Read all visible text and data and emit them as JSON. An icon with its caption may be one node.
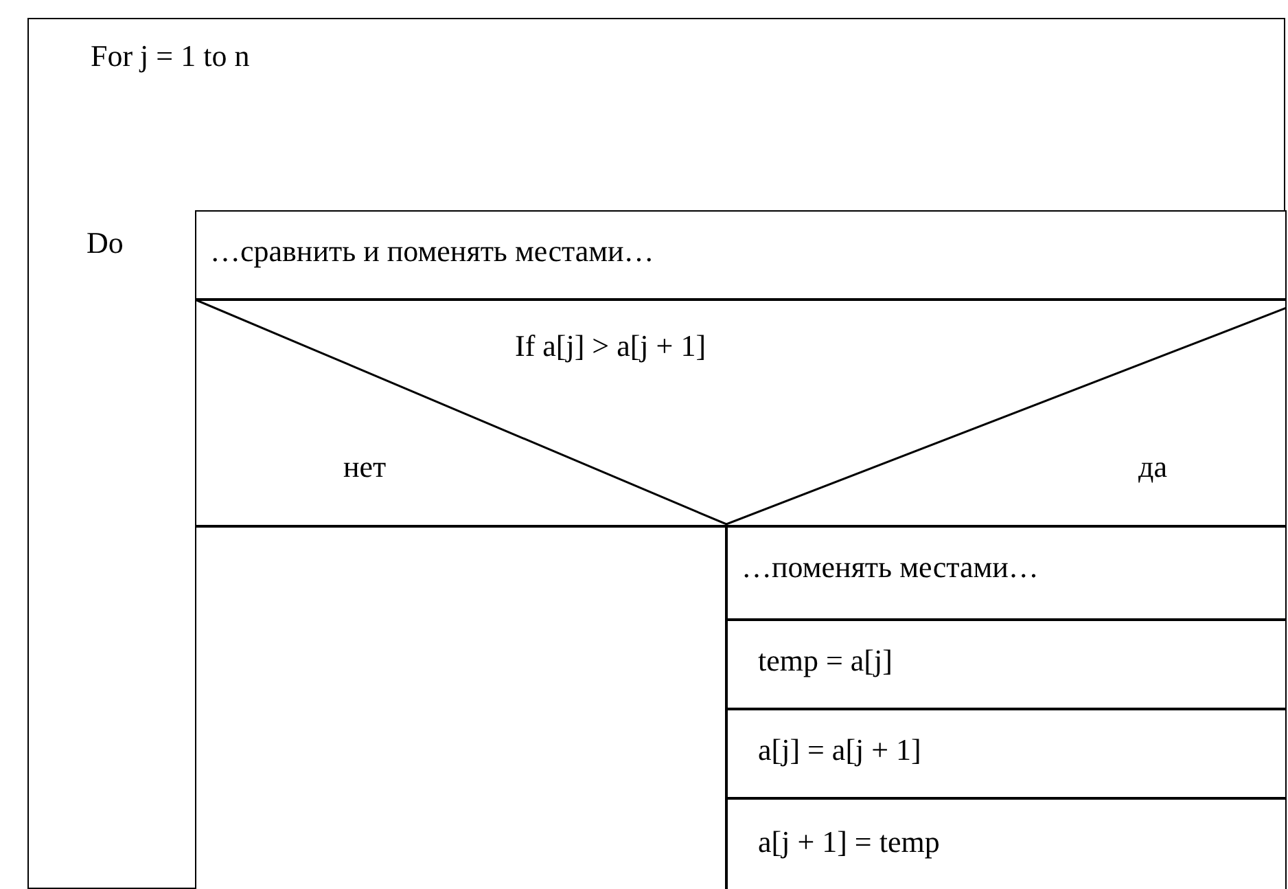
{
  "diagram": {
    "nodes": [
      {
        "text": [
          "For j = 1 to n",
          "Do"
        ]
      },
      {
        "text": [
          "…сравнить и поменять местами…"
        ],
        "in": 0
      },
      {
        "text": [
          "If a[j] > a[j + 1]",
          "нет",
          "да"
        ],
        "in": 0
      },
      {
        "text": [],
        "shape": "box",
        "in": 0
      },
      {
        "text": [
          "…поменять местами…"
        ],
        "in": 0
      },
      {
        "text": [
          "temp = a[j]"
        ],
        "in": 0
      },
      {
        "text": [
          "a[j] = a[j + 1]"
        ],
        "in": 0
      },
      {
        "text": [
          "a[j + 1] = temp"
        ],
        "in": 0
      }
    ]
  }
}
